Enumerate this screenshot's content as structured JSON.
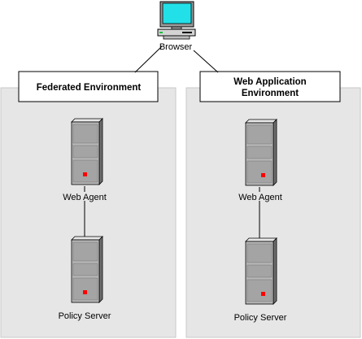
{
  "browser": {
    "label": "Browser",
    "icon": "computer-icon"
  },
  "left_panel": {
    "title": "Federated Environment",
    "agent_label": "Web Agent",
    "server_label": "Policy Server"
  },
  "right_panel": {
    "title_line1": "Web Application",
    "title_line2": "Environment",
    "agent_label": "Web Agent",
    "server_label": "Policy Server"
  },
  "colors": {
    "panel_fill": "#e6e6e6",
    "panel_border": "#c8c8c8",
    "monitor_screen": "#22e0e8",
    "server_light": "#ff0000",
    "connector": "#000000"
  },
  "icons": [
    "computer-icon",
    "server-icon"
  ]
}
